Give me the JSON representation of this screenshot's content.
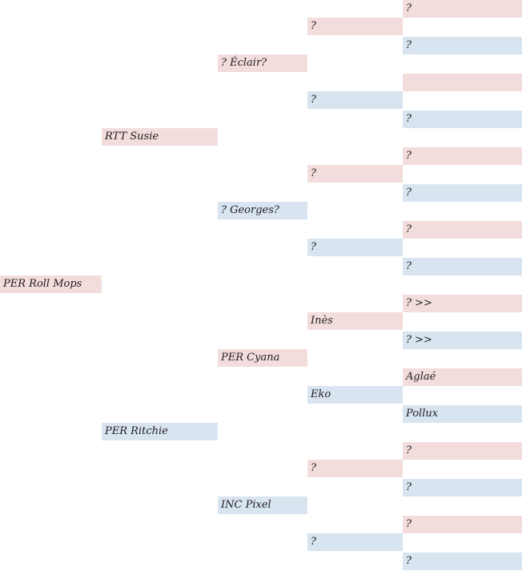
{
  "colors": {
    "female": "#f3dcdc",
    "male": "#d9e4f1",
    "text": "#1e1e1e"
  },
  "pedigree": {
    "subject": "PER Roll Mops",
    "sire": "PER Ritchie",
    "dam": "RTT Susie",
    "dam_sire": "? Georges?",
    "dam_dam": "? Éclair?",
    "sire_sire": "INC Pixel",
    "sire_dam": "PER Cyana",
    "dam_dam_dam": "?",
    "dam_dam_sire": "?",
    "dam_sire_dam": "?",
    "dam_sire_sire": "?",
    "sire_dam_dam": "Inès",
    "sire_dam_sire": "Eko",
    "sire_sire_dam": "?",
    "sire_sire_sire": "?",
    "g4": [
      "?",
      "?",
      "",
      "?",
      "?",
      "?",
      "?",
      "?",
      "? >>",
      "? >>",
      "Aglaé",
      "Pollux",
      "?",
      "?",
      "?",
      "?"
    ]
  }
}
